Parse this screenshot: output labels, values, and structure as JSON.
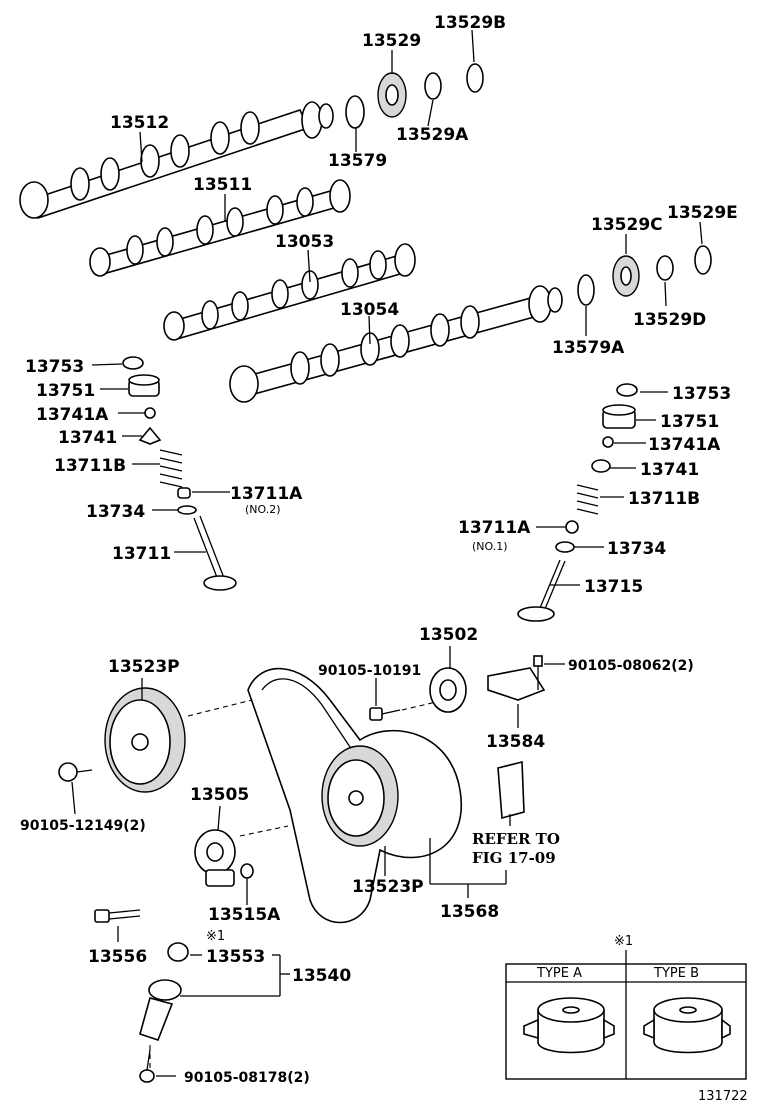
{
  "labels": {
    "p13529": "13529",
    "p13529B": "13529B",
    "p13512": "13512",
    "p13529A": "13529A",
    "p13579": "13579",
    "p13511": "13511",
    "p13529C": "13529C",
    "p13529E": "13529E",
    "p13053": "13053",
    "p13054": "13054",
    "p13529D": "13529D",
    "p13579A": "13579A",
    "l13753": "13753",
    "l13751": "13751",
    "l13741A": "13741A",
    "l13741": "13741",
    "l13711B": "13711B",
    "l13711A": "13711A",
    "l13711A_note": "(NO.2)",
    "l13734": "13734",
    "l13711": "13711",
    "r13753": "13753",
    "r13751": "13751",
    "r13741A": "13741A",
    "r13741": "13741",
    "r13711B": "13711B",
    "r13711A": "13711A",
    "r13711A_note": "(NO.1)",
    "r13734": "13734",
    "r13715": "13715",
    "p13502": "13502",
    "p90105_10191": "90105-10191",
    "p90105_08062": "90105-08062(2)",
    "p13584": "13584",
    "p13523P_top": "13523P",
    "p90105_12149": "90105-12149(2)",
    "p13505": "13505",
    "p13523P_bottom": "13523P",
    "p13568": "13568",
    "p13515A": "13515A",
    "p13556": "13556",
    "p13553_mark": "※1",
    "p13553": "13553",
    "p13540": "13540",
    "p90105_08178": "90105-08178(2)",
    "refer_line1": "REFER TO",
    "refer_line2": "FIG 17-09"
  },
  "inset": {
    "mark": "※1",
    "type_a": "TYPE A",
    "type_b": "TYPE B"
  },
  "figure_number": "131722"
}
